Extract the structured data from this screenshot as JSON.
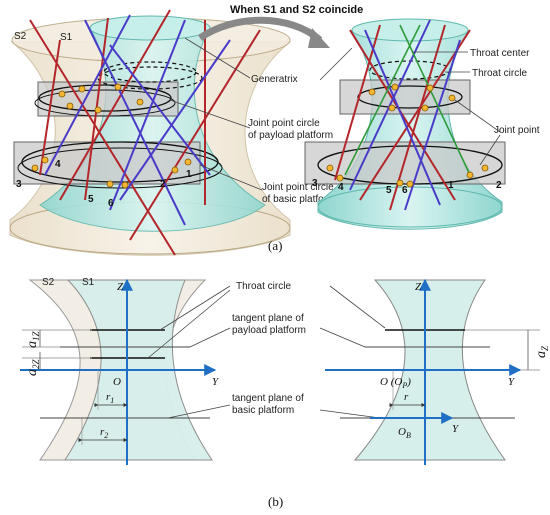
{
  "top": {
    "title": "When S1 and S2 coincide",
    "s2": "S2",
    "s1": "S1",
    "generatrix": "Generatrix",
    "throat_center": "Throat center",
    "throat_circle": "Throat circle",
    "joint_point": "Joint point",
    "jp_payload_1": "Joint point circle",
    "jp_payload_2": "of payload platform",
    "jp_basic_1": "Joint point circle",
    "jp_basic_2": "of basic platform",
    "left_nums": [
      "1",
      "2",
      "3",
      "4",
      "5",
      "6"
    ],
    "right_nums": [
      "1",
      "2",
      "3",
      "4",
      "5",
      "6"
    ],
    "caption": "(a)"
  },
  "bottom": {
    "s2": "S2",
    "s1": "S1",
    "z": "Z",
    "y": "Y",
    "o": "O",
    "throat_circle": "Throat circle",
    "tp_payload_1": "tangent plane of",
    "tp_payload_2": "payload platform",
    "tp_basic_1": "tangent plane of",
    "tp_basic_2": "basic platform",
    "a1z": "a",
    "a1z_sub": "1Z",
    "a2z": "a",
    "a2z_sub": "2Z",
    "r1": "r",
    "r1_sub": "1",
    "r2": "r",
    "r2_sub": "2",
    "right_z": "Z",
    "right_y": "Y",
    "right_o": "O (O",
    "right_o_sub": "P",
    "right_o_end": ")",
    "az": "a",
    "az_sub": "Z",
    "r": "r",
    "ob": "O",
    "ob_sub": "B",
    "y2": "Y",
    "caption": "(b)"
  }
}
